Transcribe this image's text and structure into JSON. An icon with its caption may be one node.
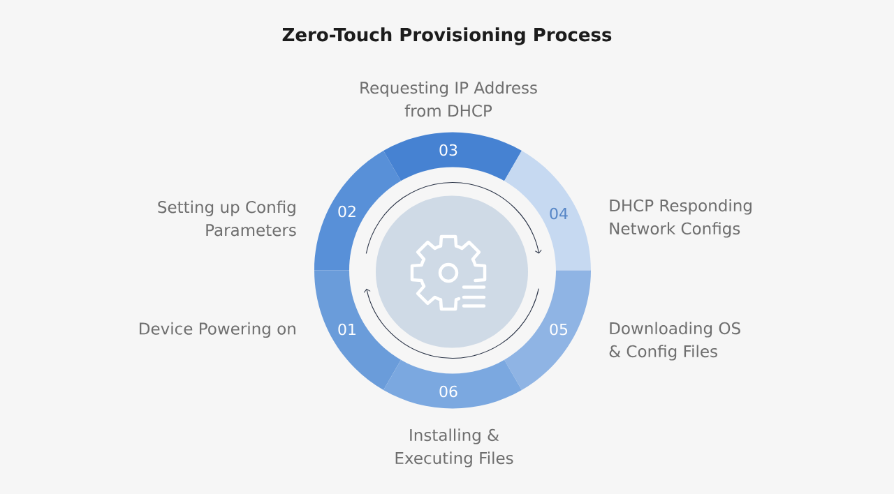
{
  "diagram": {
    "title": "Zero-Touch Provisioning Process",
    "nodes": [
      {
        "text": [
          "01"
        ],
        "beside": [
          "Device Powering on"
        ]
      },
      {
        "text": [
          "02"
        ],
        "beside": [
          "Setting up Config Parameters"
        ]
      },
      {
        "text": [
          "03"
        ],
        "beside": [
          "Requesting IP Address from DHCP"
        ]
      },
      {
        "text": [
          "04"
        ],
        "beside": [
          "DHCP Responding Network Configs"
        ]
      },
      {
        "text": [
          "05"
        ],
        "beside": [
          "Downloading OS & Config Files"
        ]
      },
      {
        "text": [
          "06"
        ],
        "beside": [
          "Installing & Executing Files"
        ]
      }
    ]
  }
}
